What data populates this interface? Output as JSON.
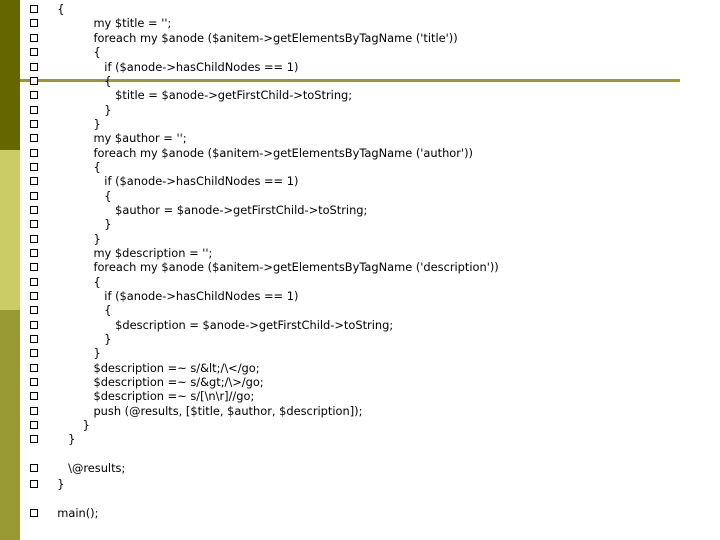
{
  "slide": {
    "colors": {
      "band_dark": "#666600",
      "band_light": "#cccc66",
      "band_olive": "#999933",
      "rule": "#999933",
      "bullet_border": "#000000"
    },
    "bullet_icon": "hollow-square-bullet",
    "lines": [
      {
        "text": "  {"
      },
      {
        "text": "            my $title = '';"
      },
      {
        "text": "            foreach my $anode ($anitem->getElementsByTagName ('title'))"
      },
      {
        "text": "            {"
      },
      {
        "text": "               if ($anode->hasChildNodes == 1)"
      },
      {
        "text": "               {"
      },
      {
        "text": "                  $title = $anode->getFirstChild->toString;"
      },
      {
        "text": "               }"
      },
      {
        "text": "            }"
      },
      {
        "text": "            my $author = '';"
      },
      {
        "text": "            foreach my $anode ($anitem->getElementsByTagName ('author'))"
      },
      {
        "text": "            {"
      },
      {
        "text": "               if ($anode->hasChildNodes == 1)"
      },
      {
        "text": "               {"
      },
      {
        "text": "                  $author = $anode->getFirstChild->toString;"
      },
      {
        "text": "               }"
      },
      {
        "text": "            }"
      },
      {
        "text": "            my $description = '';"
      },
      {
        "text": "            foreach my $anode ($anitem->getElementsByTagName ('description'))"
      },
      {
        "text": "            {"
      },
      {
        "text": "               if ($anode->hasChildNodes == 1)"
      },
      {
        "text": "               {"
      },
      {
        "text": "                  $description = $anode->getFirstChild->toString;"
      },
      {
        "text": "               }"
      },
      {
        "text": "            }"
      },
      {
        "text": "            $description =~ s/&lt;/\\</go;"
      },
      {
        "text": "            $description =~ s/&gt;/\\>/go;"
      },
      {
        "text": "            $description =~ s/[\\n\\r]//go;"
      },
      {
        "text": "            push (@results, [$title, $author, $description]);"
      },
      {
        "text": "         }"
      },
      {
        "text": "     }"
      },
      {
        "text": "     \\@results;"
      },
      {
        "text": "  }"
      },
      {
        "text": "  main();"
      }
    ]
  }
}
